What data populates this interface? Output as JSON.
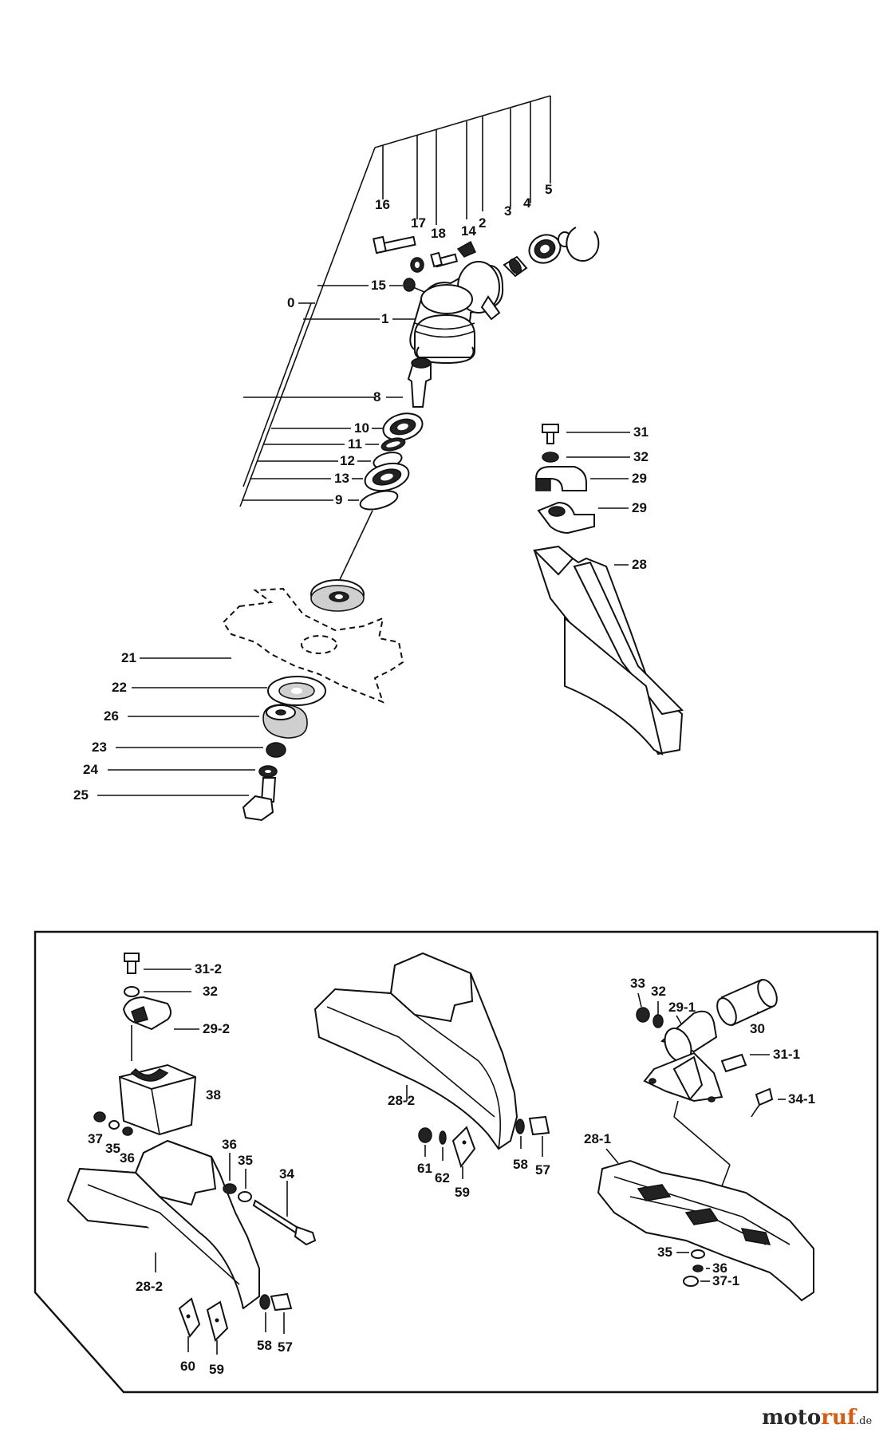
{
  "labels": {
    "l0": "0",
    "l1": "1",
    "l2": "2",
    "l3": "3",
    "l4": "4",
    "l5": "5",
    "l8": "8",
    "l9": "9",
    "l10": "10",
    "l11": "11",
    "l12": "12",
    "l13": "13",
    "l14": "14",
    "l15": "15",
    "l16": "16",
    "l17": "17",
    "l18": "18",
    "l21": "21",
    "l22": "22",
    "l23": "23",
    "l24": "24",
    "l25": "25",
    "l26": "26",
    "l28": "28",
    "l29a": "29",
    "l29b": "29",
    "l31": "31",
    "l32": "32",
    "b_31_2": "31-2",
    "b_32": "32",
    "b_29_2": "29-2",
    "b_38": "38",
    "b_37": "37",
    "b_35": "35",
    "b_36": "36",
    "b_36b": "36",
    "b_35b": "35",
    "b_34": "34",
    "b_28_2a": "28-2",
    "b_58a": "58",
    "b_57a": "57",
    "b_60": "60",
    "b_59a": "59",
    "b_28_2b": "28-2",
    "b_61": "61",
    "b_62": "62",
    "b_59b": "59",
    "b_58b": "58",
    "b_57b": "57",
    "b_33": "33",
    "b_32b": "32",
    "b_29_1": "29-1",
    "b_30": "30",
    "b_31_1": "31-1",
    "b_34_1": "34-1",
    "b_28_1": "28-1",
    "b_35c": "35",
    "b_36c": "36",
    "b_37_1": "37-1"
  },
  "watermark": {
    "part1": "moto",
    "part2": "ruf",
    "part3": ".de"
  }
}
